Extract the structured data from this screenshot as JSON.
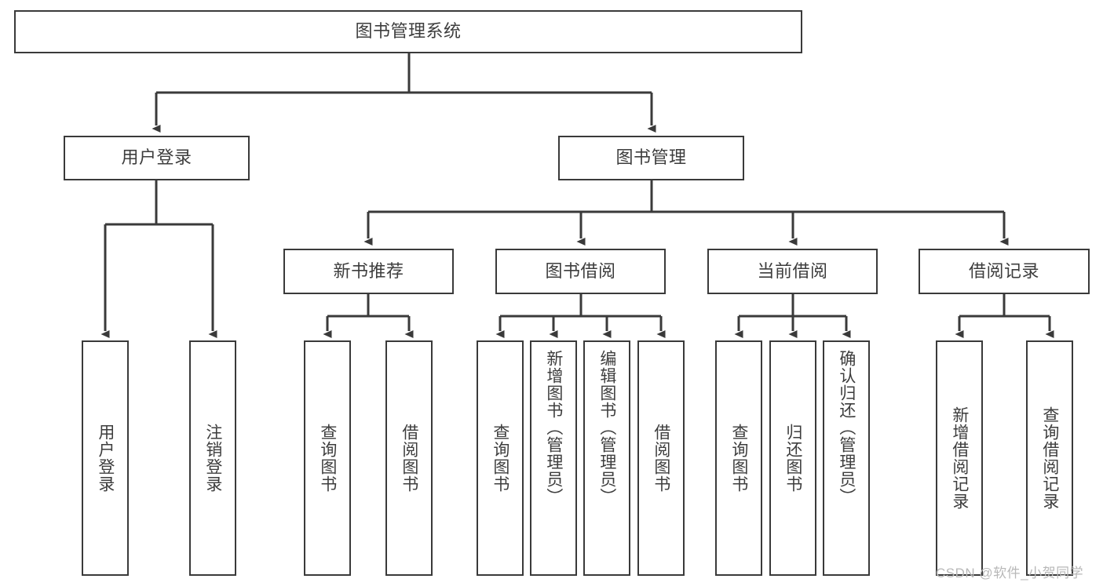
{
  "diagram": {
    "title": "图书管理系统",
    "type": "tree-hierarchy",
    "root": {
      "label": "图书管理系统"
    },
    "level2": [
      {
        "label": "用户登录"
      },
      {
        "label": "图书管理"
      }
    ],
    "level3": [
      {
        "label": "新书推荐"
      },
      {
        "label": "图书借阅"
      },
      {
        "label": "当前借阅"
      },
      {
        "label": "借阅记录"
      }
    ],
    "leaves": {
      "user_login": [
        {
          "label": "用户登录"
        },
        {
          "label": "注销登录"
        }
      ],
      "new_book_recommend": [
        {
          "label": "查询图书"
        },
        {
          "label": "借阅图书"
        }
      ],
      "book_borrow": [
        {
          "label": "查询图书"
        },
        {
          "label": "新增图书（管理员）"
        },
        {
          "label": "编辑图书（管理员）"
        },
        {
          "label": "借阅图书"
        }
      ],
      "current_borrow": [
        {
          "label": "查询图书"
        },
        {
          "label": "归还图书"
        },
        {
          "label": "确认归还（管理员）"
        }
      ],
      "borrow_record": [
        {
          "label": "新增借阅记录"
        },
        {
          "label": "查询借阅记录"
        }
      ]
    }
  },
  "watermark": {
    "text": "CSDN @软件_小贺同学"
  },
  "colors": {
    "stroke": "#3a3a3a",
    "text": "#3d3d3d",
    "background": "#ffffff",
    "watermark": "#b8b8b8"
  }
}
